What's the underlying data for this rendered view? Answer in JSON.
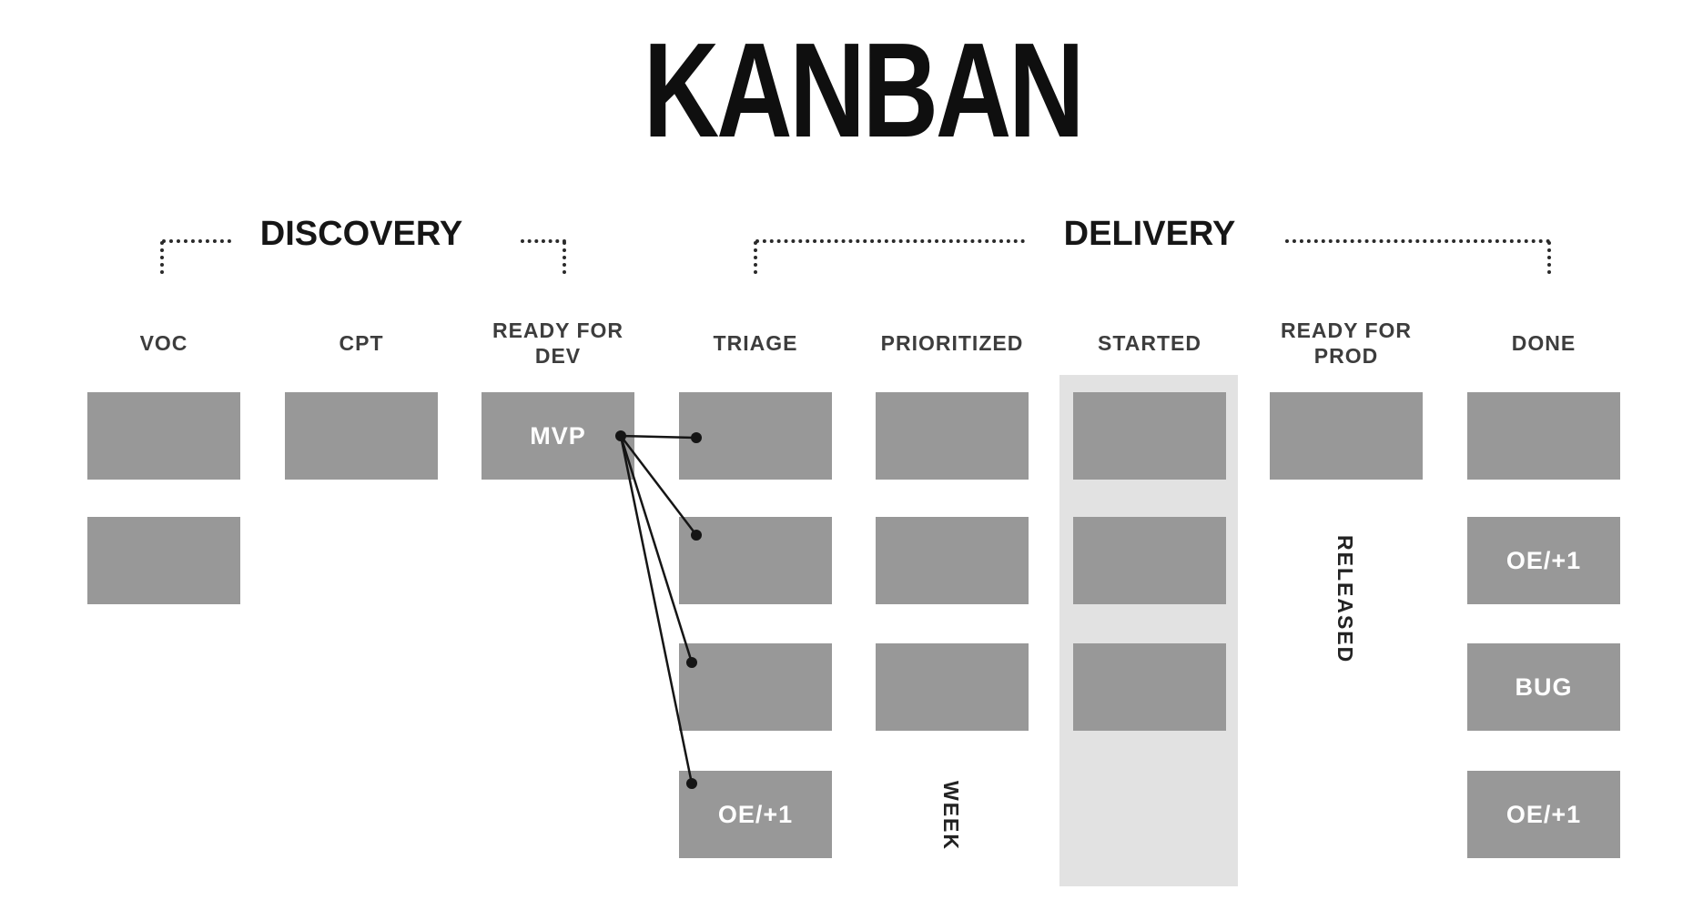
{
  "title": "KANBAN",
  "sections": {
    "discovery": "DISCOVERY",
    "delivery": "DELIVERY"
  },
  "columns": [
    {
      "id": "voc",
      "header": "VOC",
      "cards": [
        "",
        ""
      ]
    },
    {
      "id": "cpt",
      "header": "CPT",
      "cards": [
        ""
      ]
    },
    {
      "id": "ready-for-dev",
      "header": "READY FOR\nDEV",
      "cards": [
        "MVP"
      ]
    },
    {
      "id": "triage",
      "header": "TRIAGE",
      "cards": [
        "",
        "",
        "",
        "OE/+1"
      ]
    },
    {
      "id": "prioritized",
      "header": "PRIORITIZED",
      "cards": [
        "",
        "",
        ""
      ],
      "note": "WEEK"
    },
    {
      "id": "started",
      "header": "STARTED",
      "cards": [
        "",
        "",
        ""
      ],
      "highlighted": true
    },
    {
      "id": "ready-for-prod",
      "header": "READY FOR\nPROD",
      "cards": [
        ""
      ],
      "note": "RELEASED"
    },
    {
      "id": "done",
      "header": "DONE",
      "cards": [
        "",
        "OE/+1",
        "BUG",
        "OE/+1"
      ]
    }
  ],
  "colors": {
    "card": "#989898",
    "started_background": "#e2e2e2",
    "header_text": "#3d3d3d",
    "title_text": "#0f0f0f",
    "connector": "#151515"
  }
}
